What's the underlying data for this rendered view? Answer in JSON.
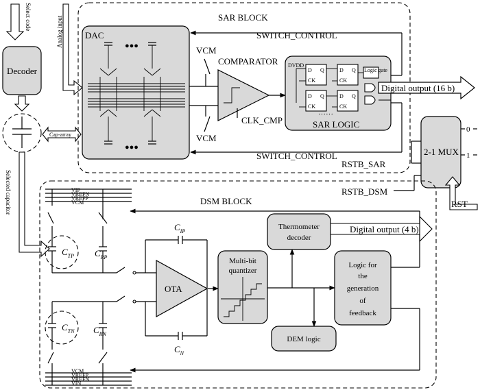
{
  "inputs": {
    "select_code": "Select code",
    "analog_input": "Analog input",
    "selected_capacitor": "Selected capacitor",
    "cap_array": "Cap-array"
  },
  "decoder": {
    "label": "Decoder"
  },
  "sar_block": {
    "title": "SAR BLOCK",
    "dac": "DAC",
    "dots": "●●●",
    "vcm_top": "VCM",
    "vcm_bottom": "VCM",
    "comparator": "COMPARATOR",
    "clk_cmp": "CLK_CMP",
    "switch_control_top": "SWITCH_CONTROL",
    "switch_control_bottom": "SWITCH_CONTROL",
    "sar_logic": {
      "label": "SAR LOGIC",
      "dvdd": "DVDD",
      "d": "D",
      "q": "Q",
      "ck": "CK",
      "logic_gate": "Logic gate",
      "dots": "······"
    },
    "digital_output": "Digital output (16 b)"
  },
  "mux": {
    "label": "2-1 MUX",
    "in0": "0",
    "in1": "1",
    "rst": "RST"
  },
  "rstb_sar": "RSTB_SAR",
  "rstb_dsm": "RSTB_DSM",
  "dsm_block": {
    "title": "DSM  BLOCK",
    "rails_top": [
      "VIP",
      "VREFN",
      "VREFP",
      "VCM"
    ],
    "rails_bottom": [
      "VCM",
      "VREFP",
      "VREFN",
      "VIN"
    ],
    "c_tp": "C",
    "c_tp_sub": "TP",
    "c_rp": "C",
    "c_rp_sub": "RP",
    "c_ip": "C",
    "c_ip_sub": "IP",
    "c_tn": "C",
    "c_tn_sub": "TN",
    "c_rn": "C",
    "c_rn_sub": "RN",
    "c_n": "C",
    "c_n_sub": "N",
    "ota": "OTA",
    "quantizer_line1": "Multi-bit",
    "quantizer_line2": "quantizer",
    "thermo_line1": "Thermometer",
    "thermo_line2": "decoder",
    "digital_output": "Digital output (4 b)",
    "feedback_lines": [
      "Logic for",
      "the",
      "generation",
      "of",
      "feedback"
    ],
    "dem": "DEM  logic"
  }
}
